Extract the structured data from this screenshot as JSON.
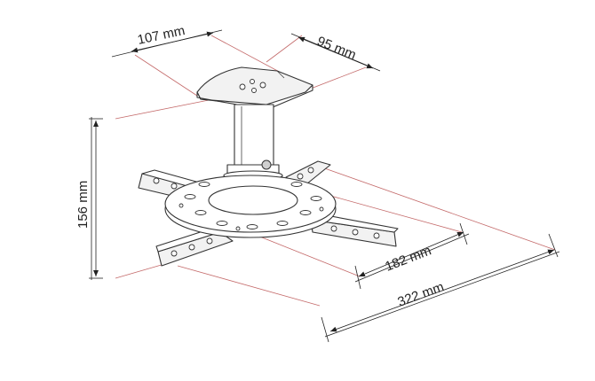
{
  "diagram": {
    "dimensions": {
      "plate_width": "107 mm",
      "plate_depth": "95 mm",
      "height": "156 mm",
      "inner_span": "182 mm",
      "outer_span": "322 mm"
    },
    "colors": {
      "dimension_line": "#222222",
      "extension_line": "#c46a6a",
      "outline": "#333333"
    }
  }
}
